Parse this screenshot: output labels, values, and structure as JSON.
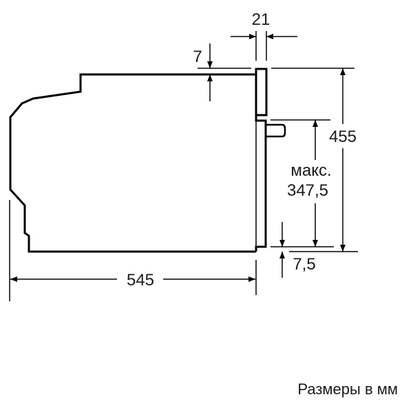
{
  "diagram": {
    "type": "installation dimension drawing (side view, built-in oven)",
    "dimensions": {
      "door_thickness": "21",
      "top_offset": "7",
      "total_height": "455",
      "max_label": "макс.",
      "max_height": "347,5",
      "bottom_offset": "7,5",
      "depth": "545"
    },
    "caption": "Размеры в мм",
    "colors": {
      "line": "#000000",
      "text": "#1a1a1a",
      "background": "#ffffff"
    }
  }
}
